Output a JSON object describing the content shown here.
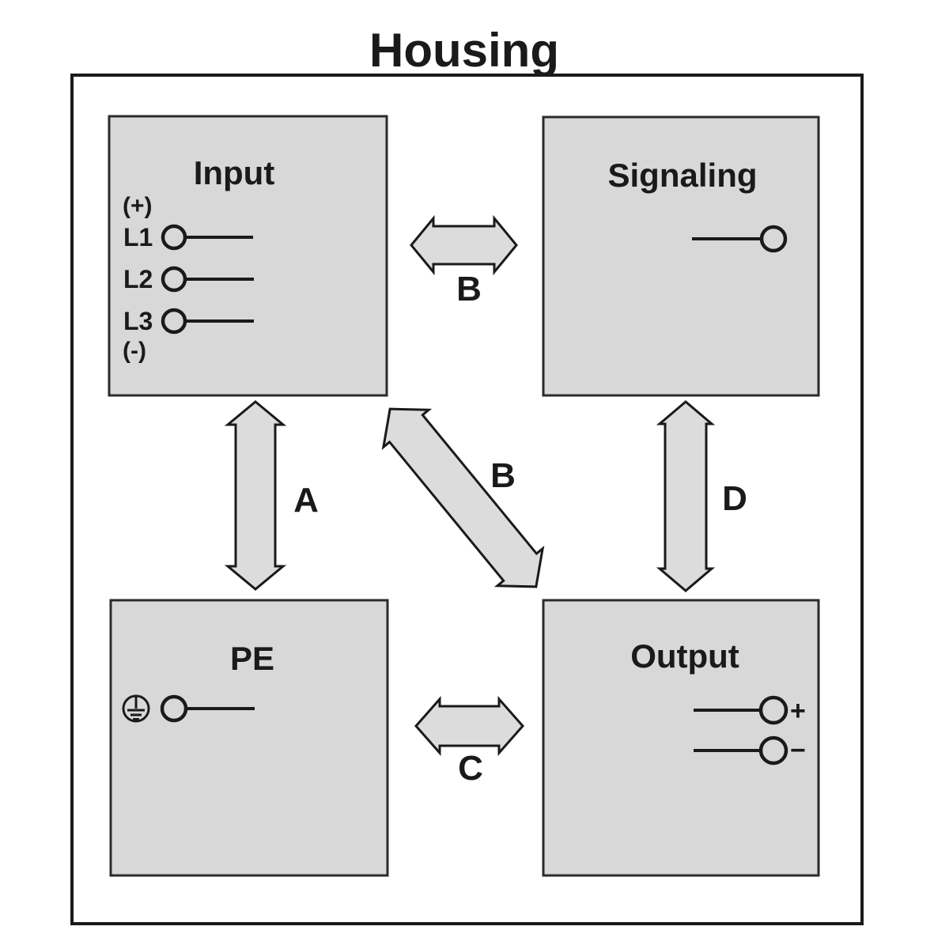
{
  "title": "Housing",
  "blocks": {
    "input": {
      "label": "Input",
      "polarity_top": "(+)",
      "terminals": [
        {
          "label": "L1"
        },
        {
          "label": "L2"
        },
        {
          "label": "L3"
        }
      ],
      "polarity_bottom": "(-)"
    },
    "signaling": {
      "label": "Signaling",
      "terminal_icon": "unlabeled-terminal-circle"
    },
    "pe": {
      "label": "PE",
      "icon": "protective-earth-icon",
      "terminal_icon": "unlabeled-terminal-circle"
    },
    "output": {
      "label": "Output",
      "terminals": [
        {
          "label": "+"
        },
        {
          "label": "−"
        }
      ]
    }
  },
  "arrows": [
    {
      "label": "A",
      "orientation": "vertical",
      "connects": [
        "input",
        "pe"
      ]
    },
    {
      "label": "B",
      "orientation": "horizontal",
      "connects": [
        "input",
        "signaling"
      ]
    },
    {
      "label": "B",
      "orientation": "diagonal",
      "connects": [
        "input",
        "output"
      ]
    },
    {
      "label": "C",
      "orientation": "horizontal",
      "connects": [
        "pe",
        "output"
      ]
    },
    {
      "label": "D",
      "orientation": "vertical",
      "connects": [
        "signaling",
        "output"
      ]
    }
  ],
  "colors": {
    "background": "#ffffff",
    "block_fill": "#d8d8d8",
    "arrow_fill": "#dcdcdc",
    "stroke": "#1a1a1a",
    "text": "#1a1a1a"
  }
}
